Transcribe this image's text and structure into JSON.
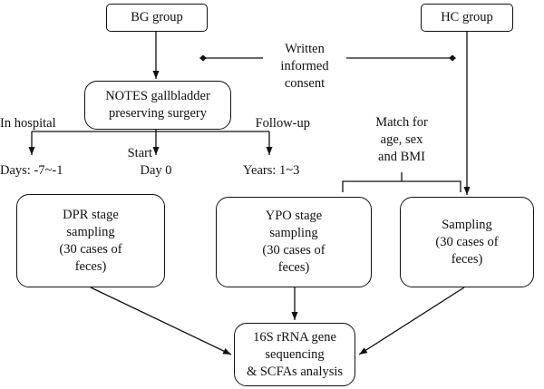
{
  "nodes": {
    "bg_group": "BG group",
    "hc_group": "HC group",
    "consent": "Written informed\nconsent",
    "notes_surgery": "NOTES gallbladder\npreserving surgery",
    "in_hospital": "In hospital",
    "start": "Start",
    "follow_up": "Follow-up",
    "days_pre": "Days: -7~-1",
    "day_zero": "Day 0",
    "years": "Years: 1~3",
    "match": "Match for\nage, sex\nand BMI",
    "dpr_sampling": "DPR stage\nsampling\n(30 cases of\nfeces)",
    "ypo_sampling": "YPO stage\nsampling\n(30 cases of\nfeces)",
    "hc_sampling": "Sampling\n(30 cases of\nfeces)",
    "analysis": "16S rRNA gene\nsequencing\n& SCFAs analysis"
  }
}
